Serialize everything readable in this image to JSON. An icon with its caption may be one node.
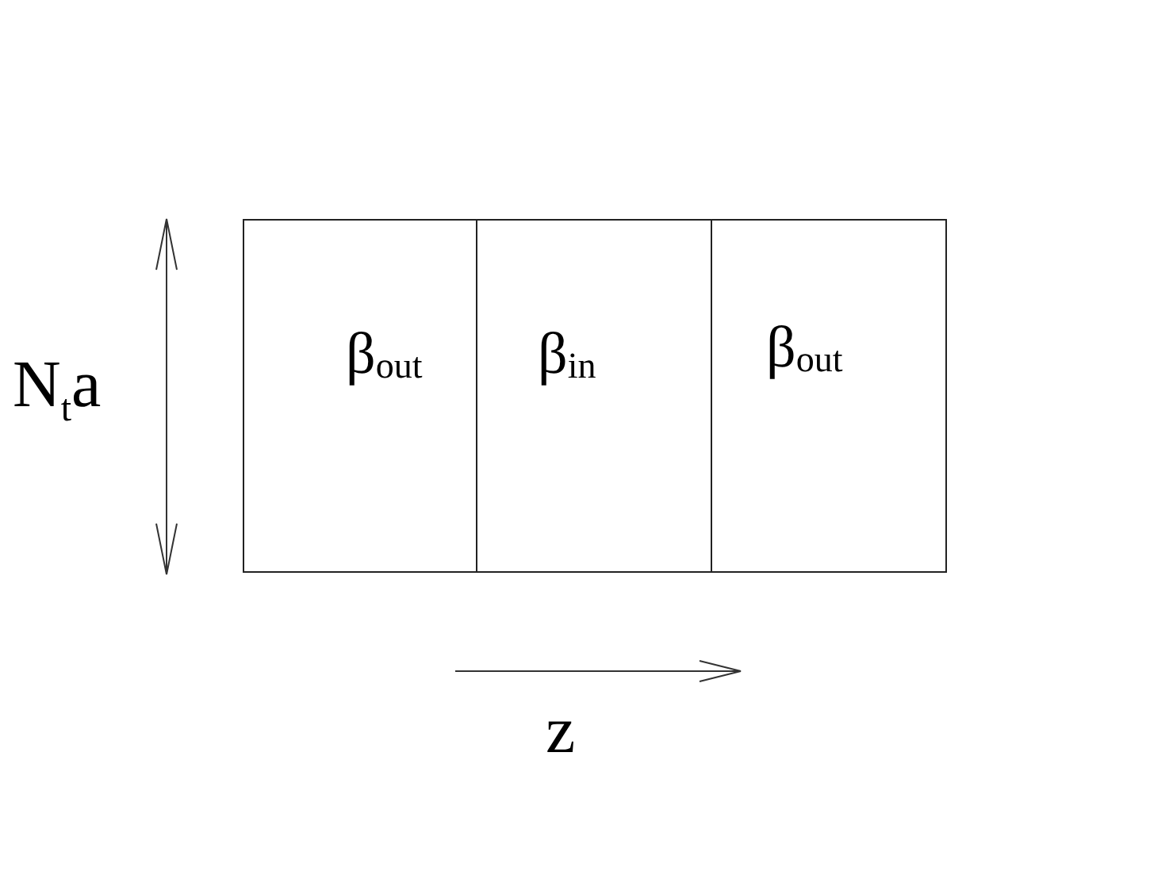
{
  "diagram": {
    "nodes": [
      {
        "text": [
          "β$_{out}$"
        ]
      },
      {
        "text": [
          "β$_{in}$"
        ]
      },
      {
        "text": [
          "β$_{out}$"
        ]
      }
    ],
    "labels": [
      "N$_{t}$a",
      "z"
    ]
  }
}
